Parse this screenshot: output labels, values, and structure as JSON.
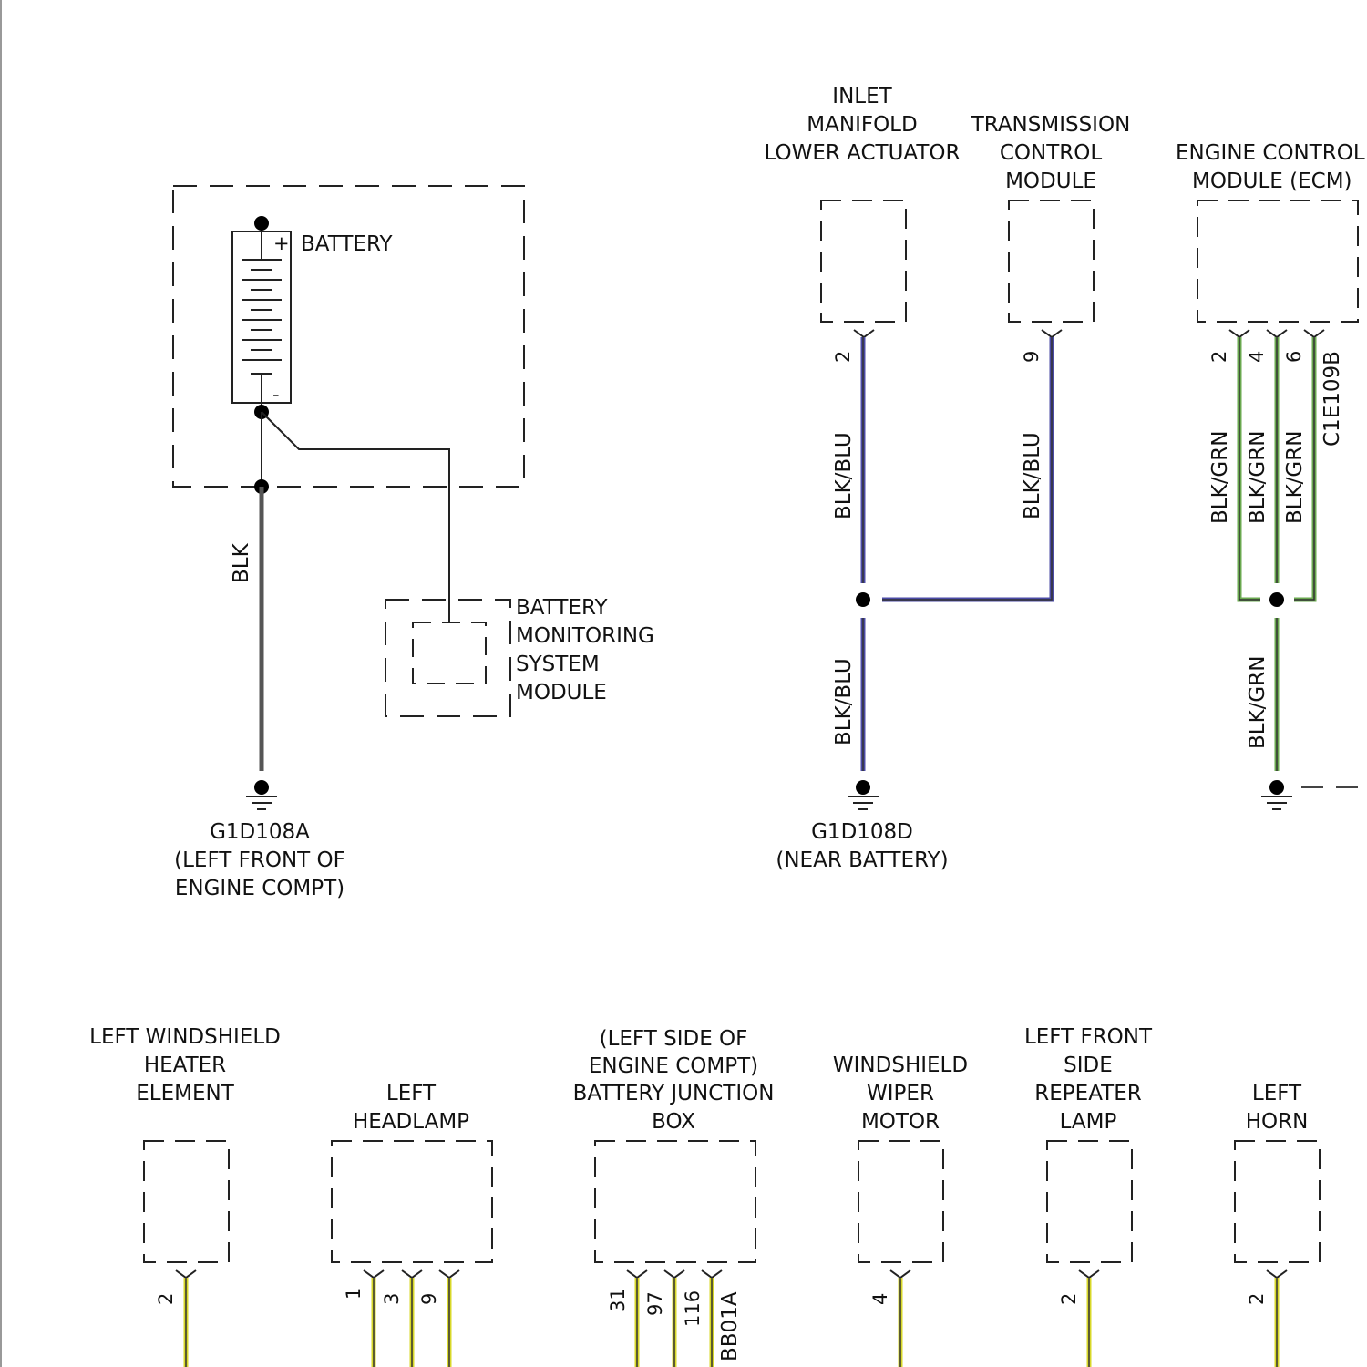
{
  "components": {
    "battery": "BATTERY",
    "battery_plus": "+",
    "battery_minus": "-",
    "bms": [
      "BATTERY",
      "MONITORING",
      "SYSTEM",
      "MODULE"
    ],
    "inlet": [
      "INLET",
      "MANIFOLD",
      "LOWER ACTUATOR"
    ],
    "tcm": [
      "TRANSMISSION",
      "CONTROL",
      "MODULE"
    ],
    "ecm": [
      "ENGINE CONTROL",
      "MODULE (ECM)"
    ],
    "windshield_heater": [
      "LEFT WINDSHIELD",
      "HEATER",
      "ELEMENT"
    ],
    "headlamp": [
      "LEFT",
      "HEADLAMP"
    ],
    "junction_box": [
      "(LEFT SIDE OF",
      "ENGINE COMPT)",
      "BATTERY JUNCTION",
      "BOX"
    ],
    "wiper": [
      "WINDSHIELD",
      "WIPER",
      "MOTOR"
    ],
    "repeater": [
      "LEFT FRONT",
      "SIDE",
      "REPEATER",
      "LAMP"
    ],
    "horn": [
      "LEFT",
      "HORN"
    ]
  },
  "grounds": {
    "g1": [
      "G1D108A",
      "(LEFT FRONT OF",
      "ENGINE COMPT)"
    ],
    "g2": [
      "G1D108D",
      "(NEAR BATTERY)"
    ]
  },
  "wires": {
    "blk": "BLK",
    "blk_blu": "BLK/BLU",
    "blk_grn": "BLK/GRN"
  },
  "connectors": {
    "ecm": "C1E109B",
    "junction_box": "BB01A"
  },
  "pins": {
    "inlet": "2",
    "tcm": "9",
    "ecm": [
      "2",
      "4",
      "6"
    ],
    "windshield_heater": "2",
    "headlamp": [
      "1",
      "3",
      "9"
    ],
    "junction_box": [
      "31",
      "97",
      "116"
    ],
    "wiper": "4",
    "repeater": "2",
    "horn": "2"
  },
  "colors": {
    "blk": "#555555",
    "blk_blu": "#4b4ba6",
    "blk_grn": "#6aa84f",
    "yellow": "#d8d82a"
  }
}
